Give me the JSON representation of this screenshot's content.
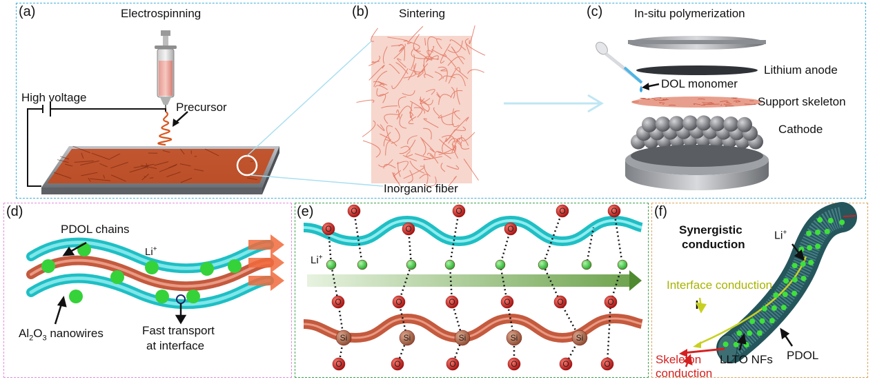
{
  "panels": {
    "a": {
      "label": "(a)",
      "title": "Electrospinning",
      "high_voltage": "High voltage",
      "precursor": "Precursor"
    },
    "b": {
      "label": "(b)",
      "title": "Sintering",
      "inorganic_fiber": "Inorganic fiber"
    },
    "c": {
      "label": "(c)",
      "title": "In-situ polymerization",
      "lithium_anode": "Lithium anode",
      "dol_monomer": "DOL monomer",
      "support_skeleton": "Support skeleton",
      "cathode": "Cathode"
    },
    "d": {
      "label": "(d)",
      "pdol_chains": "PDOL chains",
      "li": "Li",
      "li_sup": "+",
      "al2o3_a": "Al",
      "al2o3_sub1": "2",
      "al2o3_b": "O",
      "al2o3_sub2": "3",
      "al2o3_c": " nanowires",
      "fast_transport_1": "Fast transport",
      "fast_transport_2": "at interface"
    },
    "e": {
      "label": "(e)",
      "o": "O",
      "si": "Si",
      "li": "Li",
      "li_sup": "+"
    },
    "f": {
      "label": "(f)",
      "synergistic_1": "Synergistic",
      "synergistic_2": "conduction",
      "li": "Li",
      "li_sup": "+",
      "interface_conduction": "Interface conduction",
      "skeleton_1": "Skeleton",
      "skeleton_2": "conduction",
      "llto": "LLTO NFs",
      "pdol": "PDOL"
    }
  },
  "colors": {
    "top_border": "#3aaed8",
    "d_border": "#e58ae0",
    "e_border": "#3aa04a",
    "f_border": "#d9a25a",
    "fiber": "#e3705a",
    "chain_cyan": "#36d2d6",
    "li_green": "#35d23a",
    "oxygen_red": "#d41b1b",
    "silicon_brown": "#b86a4a"
  }
}
